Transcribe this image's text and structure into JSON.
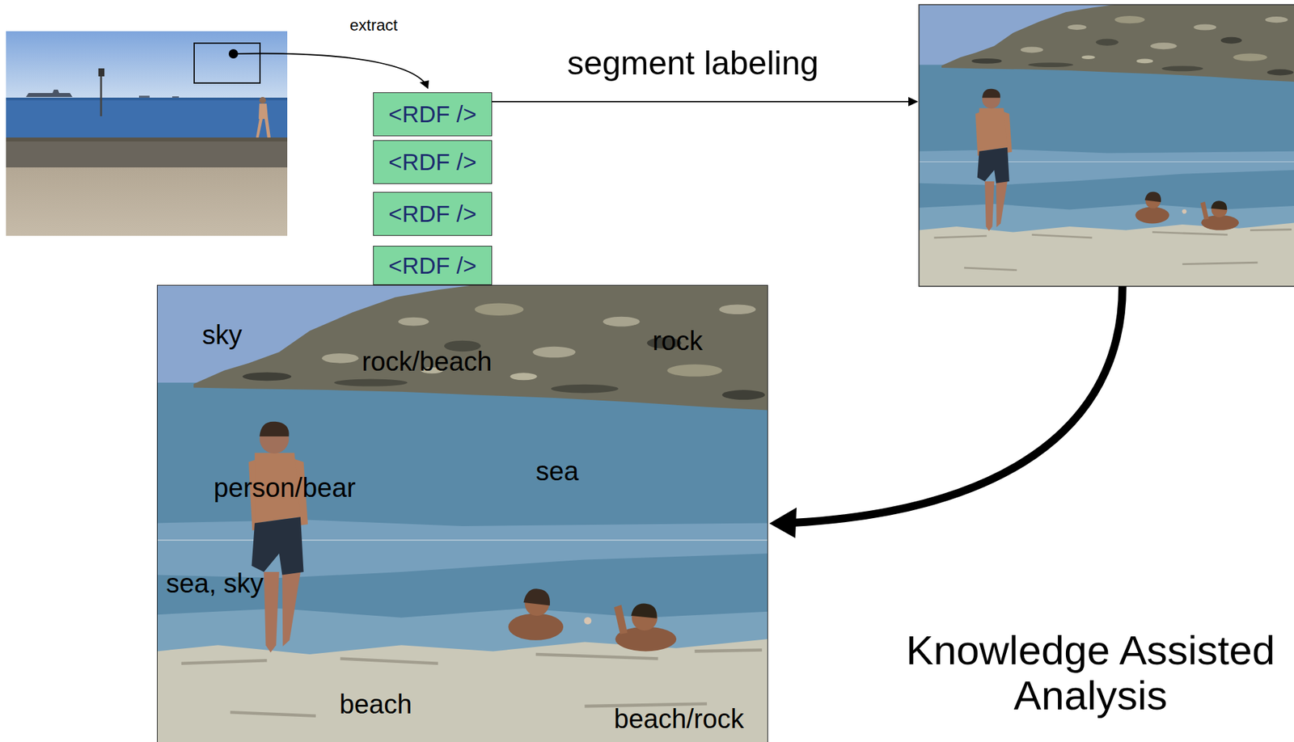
{
  "diagram": {
    "title": "Knowledge Assisted Analysis",
    "nodes": [
      {
        "text": [
          "<RDF />"
        ]
      },
      {
        "text": [
          "<RDF />"
        ]
      },
      {
        "text": [
          "<RDF />"
        ]
      },
      {
        "text": [
          "<RDF />"
        ]
      },
      {
        "text": [
          "sky",
          "rock/beach",
          "rock",
          "sea",
          "person/bear",
          "sea, sky",
          "beach",
          "beach/rock"
        ]
      }
    ],
    "labels": [
      "extract",
      "segment labeling"
    ]
  }
}
